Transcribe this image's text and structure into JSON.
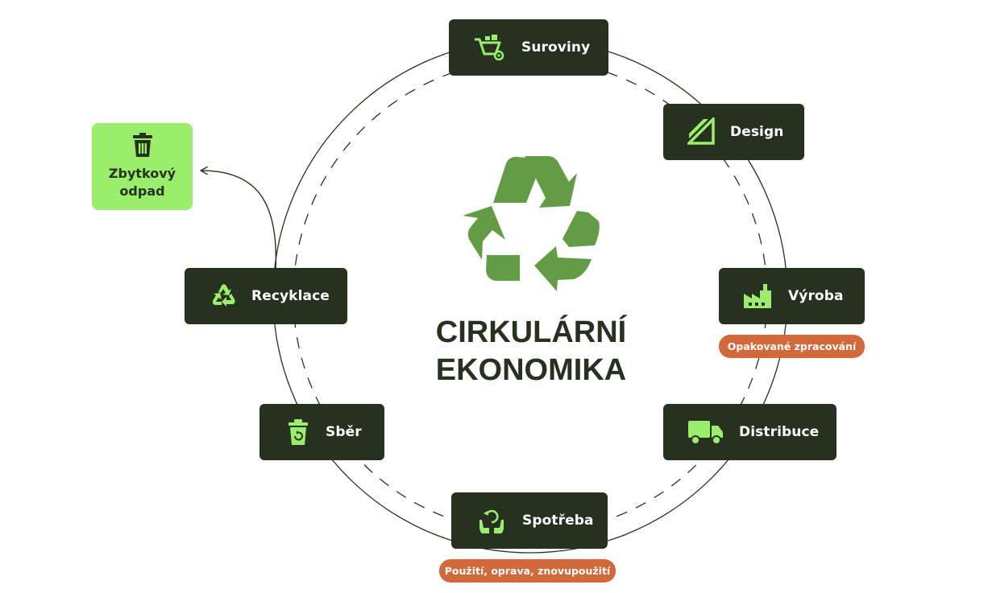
{
  "title": {
    "line1": "CIRKULÁRNÍ",
    "line2": "EKONOMIKA"
  },
  "stages": {
    "raw_materials": "Suroviny",
    "design": "Design",
    "production": "Výroba",
    "distribution": "Distribuce",
    "consumption": "Spotřeba",
    "collection": "Sběr",
    "recycling": "Recyklace"
  },
  "notes": {
    "reprocessing": "Opakované zpracování",
    "reuse": "Použití, oprava, znovupoužití"
  },
  "residual_waste": "Zbytkový odpad",
  "icons": {
    "raw_materials": "wheelbarrow-icon",
    "design": "design-triangle-icon",
    "production": "factory-icon",
    "distribution": "truck-icon",
    "consumption": "hands-cycle-icon",
    "collection": "bin-recycle-icon",
    "recycling": "recycle-icon",
    "residual_waste": "trash-icon",
    "center": "recycle-symbol-icon"
  },
  "colors": {
    "node_bg": "#26321f",
    "icon_accent": "#9bee6c",
    "waste_bg": "#9bee6c",
    "note_bg": "#d2693a",
    "symbol_green": "#649c46",
    "text_dark": "#26321f"
  }
}
